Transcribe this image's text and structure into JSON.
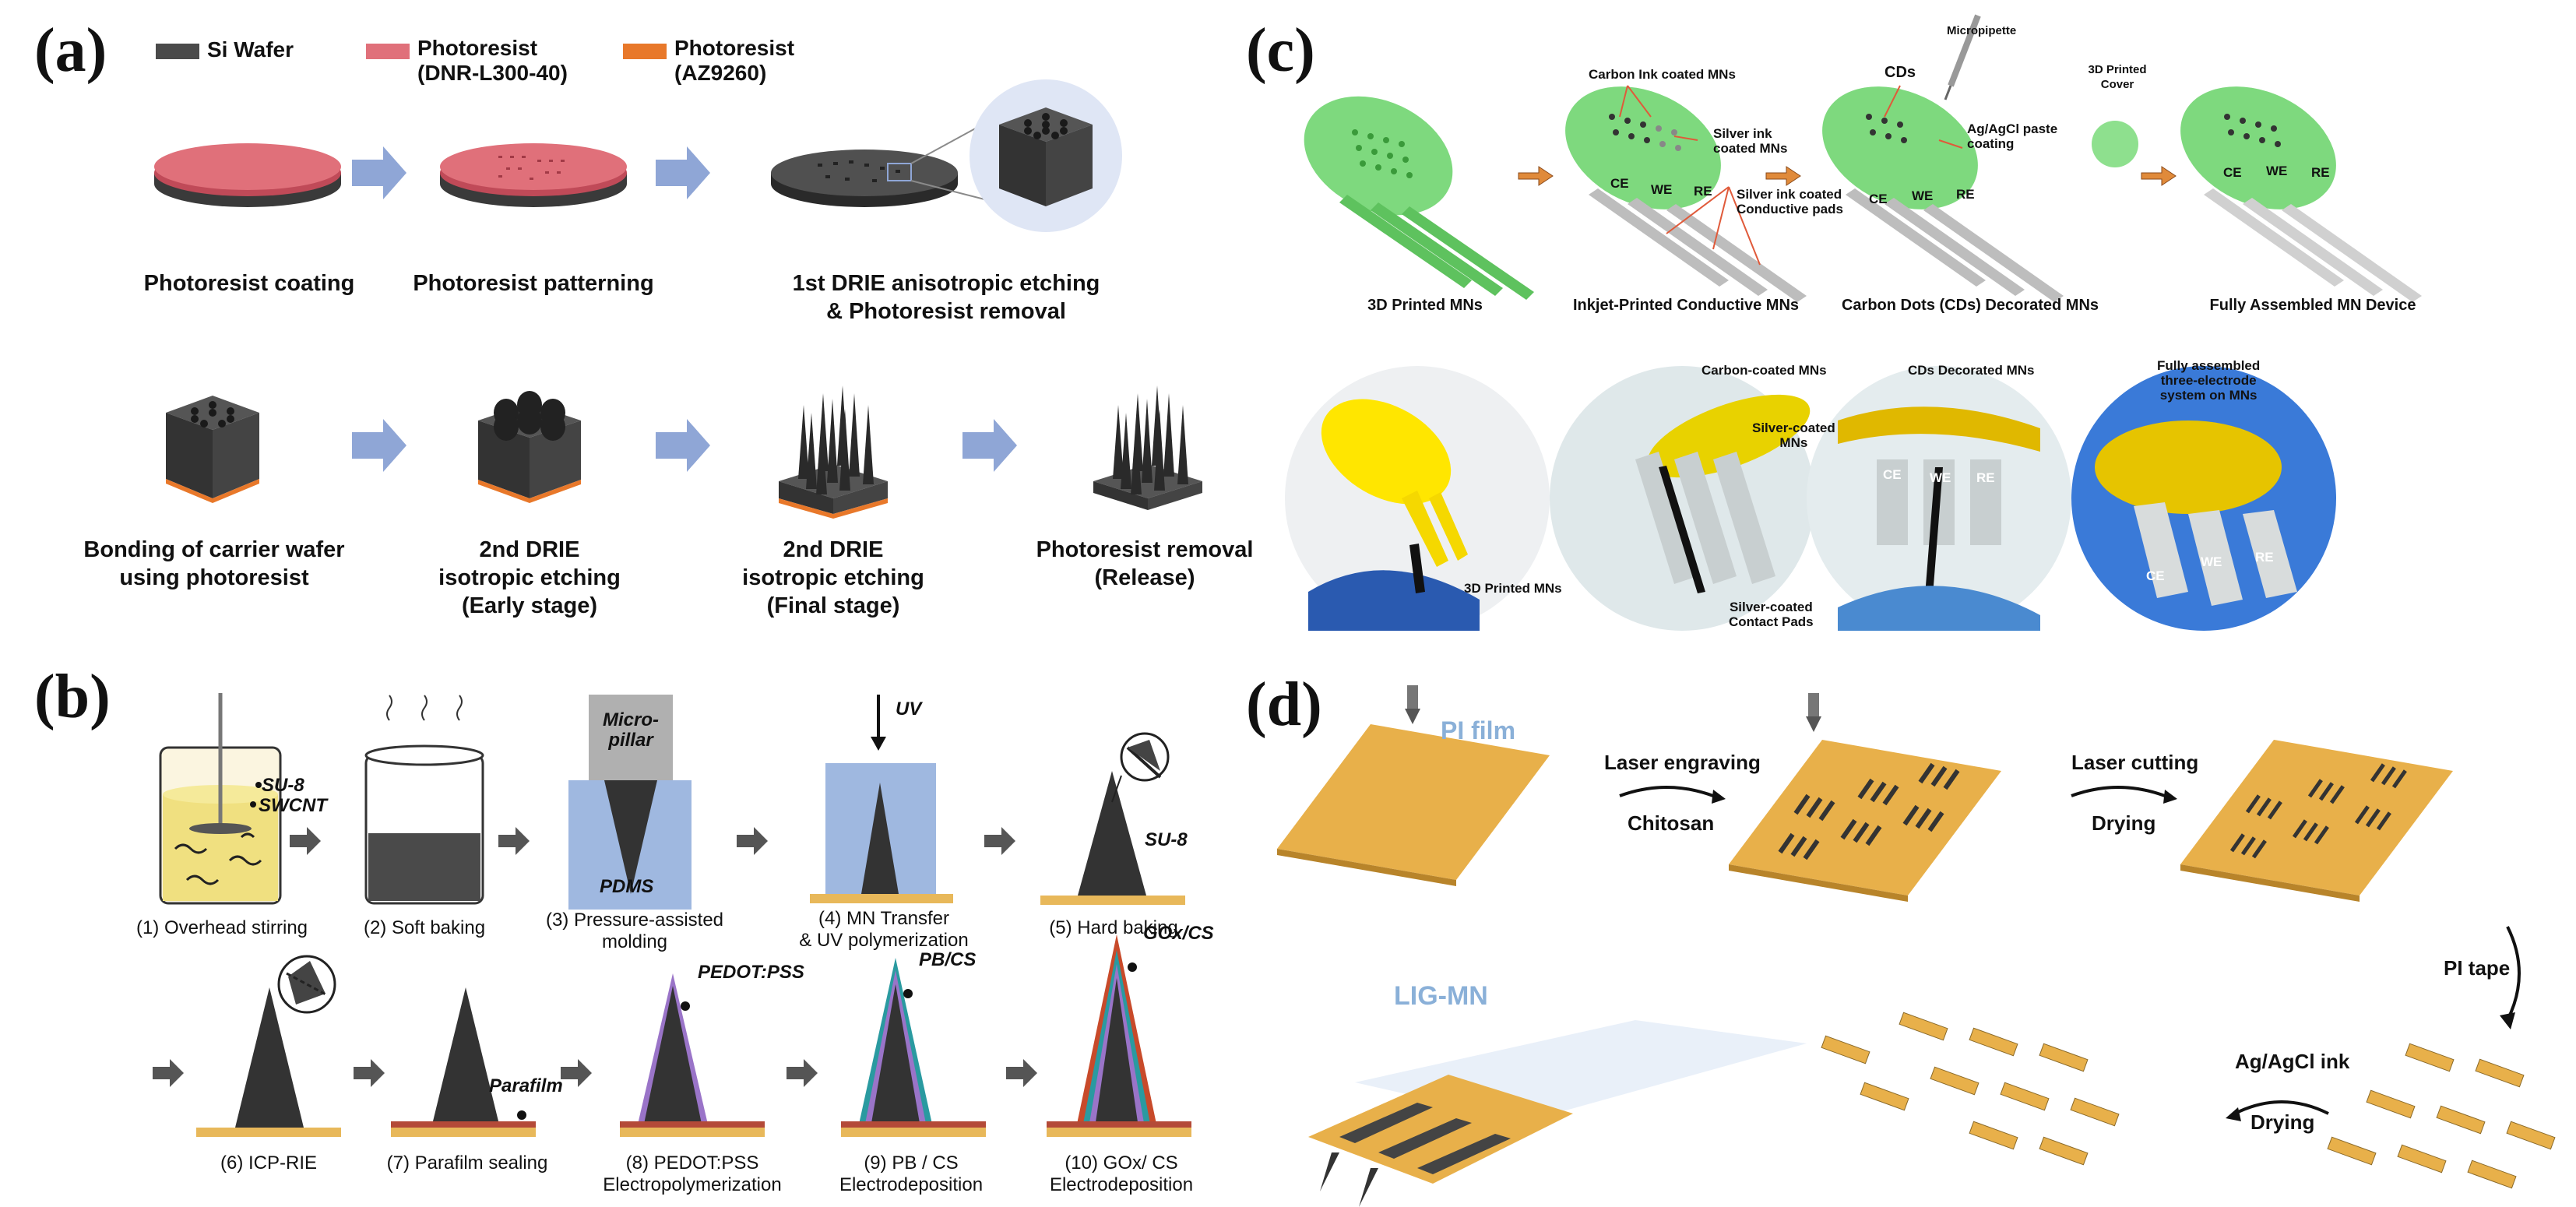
{
  "panel_labels": {
    "a": "(a)",
    "b": "(b)",
    "c": "(c)",
    "d": "(d)"
  },
  "colors": {
    "si_wafer": "#4a4a4a",
    "photoresist_dnr": "#e0707a",
    "photoresist_az": "#e8782a",
    "process_arrow": "#8fa6d6",
    "pdms": "#9fb8e0",
    "substrate": "#e8b85a",
    "mn_green": "#7ed97e",
    "pi_film": "#e8b04a",
    "lig_label": "#8ab0d8"
  },
  "a": {
    "legend": [
      {
        "line1": "Si Wafer",
        "line2": ""
      },
      {
        "line1": "Photoresist",
        "line2": "(DNR-L300-40)"
      },
      {
        "line1": "Photoresist",
        "line2": "(AZ9260)"
      }
    ],
    "row1": [
      {
        "l1": "Photoresist coating",
        "l2": ""
      },
      {
        "l1": "Photoresist patterning",
        "l2": ""
      },
      {
        "l1": "1st DRIE anisotropic etching",
        "l2": "& Photoresist removal"
      }
    ],
    "row2": [
      {
        "l1": "Bonding of carrier wafer",
        "l2": "using photoresist",
        "l3": ""
      },
      {
        "l1": "2nd DRIE",
        "l2": "isotropic etching",
        "l3": "(Early stage)"
      },
      {
        "l1": "2nd DRIE",
        "l2": "isotropic etching",
        "l3": "(Final stage)"
      },
      {
        "l1": "Photoresist removal",
        "l2": "(Release)",
        "l3": ""
      }
    ]
  },
  "b": {
    "labels": {
      "su8": "SU-8",
      "swcnt": "SWCNT",
      "micropillar_1": "Micro-",
      "micropillar_2": "pillar",
      "pdms": "PDMS",
      "uv": "UV",
      "su8b": "SU-8",
      "parafilm": "Parafilm",
      "pedot": "PEDOT:PSS",
      "pbcs": "PB/CS",
      "goxcs": "GOx/CS"
    },
    "row1": [
      {
        "l1": "(1) Overhead stirring",
        "l2": ""
      },
      {
        "l1": "(2) Soft baking",
        "l2": ""
      },
      {
        "l1": "(3) Pressure-assisted",
        "l2": "molding"
      },
      {
        "l1": "(4) MN Transfer",
        "l2": "& UV polymerization"
      },
      {
        "l1": "(5) Hard baking",
        "l2": ""
      }
    ],
    "row2": [
      {
        "l1": "(6) ICP-RIE",
        "l2": ""
      },
      {
        "l1": "(7) Parafilm sealing",
        "l2": ""
      },
      {
        "l1": "(8) PEDOT:PSS",
        "l2": "Electropolymerization"
      },
      {
        "l1": "(9) PB / CS",
        "l2": "Electrodeposition"
      },
      {
        "l1": "(10) GOx/ CS",
        "l2": "Electrodeposition"
      }
    ]
  },
  "c": {
    "top_captions": [
      "3D Printed MNs",
      "Inkjet-Printed Conductive MNs",
      "Carbon Dots (CDs) Decorated MNs",
      "Fully Assembled MN Device"
    ],
    "annotations": {
      "carbon_ink": "Carbon Ink coated MNs",
      "silver_ink_1": "Silver ink",
      "silver_ink_2": "coated MNs",
      "silver_pads_1": "Silver ink coated",
      "silver_pads_2": "Conductive pads",
      "cds": "CDs",
      "micropipette": "Micropipette",
      "agagcl_1": "Ag/AgCl paste",
      "agagcl_2": "coating",
      "cover_1": "3D Printed",
      "cover_2": "Cover",
      "ce": "CE",
      "we": "WE",
      "re": "RE"
    },
    "photo_labels": {
      "p1": "3D Printed MNs",
      "p2_carbon": "Carbon-coated MNs",
      "p2_silver_1": "Silver-coated",
      "p2_silver_2": "MNs",
      "p2_pads_1": "Silver-coated",
      "p2_pads_2": "Contact Pads",
      "p3": "CDs Decorated MNs",
      "p4_1": "Fully assembled",
      "p4_2": "three-electrode",
      "p4_3": "system on MNs"
    }
  },
  "d": {
    "pi_film": "PI film",
    "laser_engraving": "Laser engraving",
    "chitosan": "Chitosan",
    "laser_cutting": "Laser cutting",
    "drying1": "Drying",
    "pi_tape": "PI tape",
    "agagcl_ink": "Ag/AgCl ink",
    "drying2": "Drying",
    "lig_mn": "LIG-MN"
  }
}
